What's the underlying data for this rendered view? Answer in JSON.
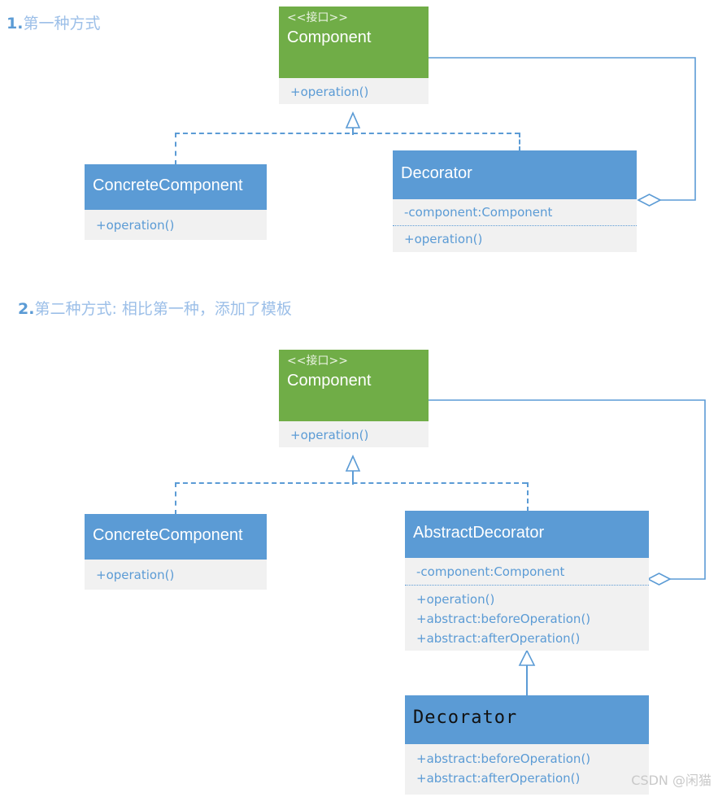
{
  "page": {
    "watermark": "CSDN @闲猫",
    "colors": {
      "interface_green": "#70ad47",
      "class_blue": "#5b9bd5",
      "compartment_gray": "#f1f1f1",
      "line_blue": "#5b9bd5",
      "title_blue": "#9cbfe8"
    }
  },
  "sections": [
    {
      "number": "1.",
      "title": "第一种方式"
    },
    {
      "number": "2.",
      "title": "第二种方式: 相比第一种，添加了模板"
    }
  ],
  "diagram1": {
    "component": {
      "stereotype": "<<接口>>",
      "name": "Component",
      "operations": [
        "+operation()"
      ]
    },
    "concrete_component": {
      "name": "ConcreteComponent",
      "operations": [
        "+operation()"
      ]
    },
    "decorator": {
      "name": "Decorator",
      "attributes": [
        "-component:Component"
      ],
      "operations": [
        "+operation()"
      ]
    },
    "relations": [
      "ConcreteComponent realizes Component",
      "Decorator realizes Component",
      "Decorator aggregates Component"
    ]
  },
  "diagram2": {
    "component": {
      "stereotype": "<<接口>>",
      "name": "Component",
      "operations": [
        "+operation()"
      ]
    },
    "concrete_component": {
      "name": "ConcreteComponent",
      "operations": [
        "+operation()"
      ]
    },
    "abstract_decorator": {
      "name": "AbstractDecorator",
      "attributes": [
        "-component:Component"
      ],
      "operations": [
        "+operation()",
        "+abstract:beforeOperation()",
        "+abstract:afterOperation()"
      ]
    },
    "decorator": {
      "name": "Decorator",
      "operations": [
        "+abstract:beforeOperation()",
        "+abstract:afterOperation()"
      ]
    },
    "relations": [
      "ConcreteComponent realizes Component",
      "AbstractDecorator realizes Component",
      "AbstractDecorator aggregates Component",
      "Decorator extends AbstractDecorator"
    ]
  }
}
